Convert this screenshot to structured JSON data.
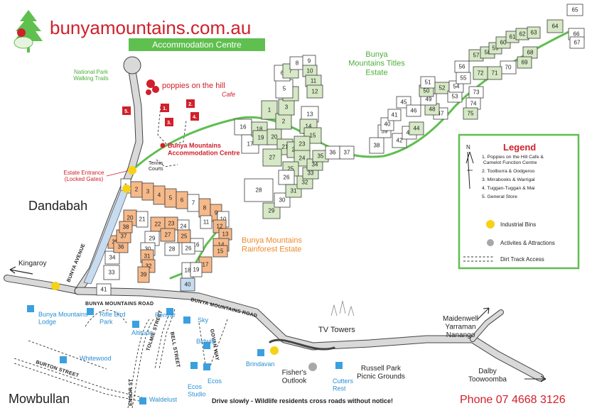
{
  "header": {
    "site_name": "bunyamountains.com.au",
    "subtitle": "Accommodation Centre"
  },
  "colors": {
    "brand_red": "#d0202b",
    "green": "#5fbf4f",
    "titles_lot": "#d6e8c5",
    "rainforest_lot": "#f6b98a",
    "blue_marker": "#3ba0df",
    "bin_yellow": "#f7d117",
    "activity_grey": "#a8a8a8"
  },
  "labels": {
    "national_park": "National Park\nWalking Trails",
    "cafe_name": "poppies on the hill",
    "cafe_sub": "Cafe",
    "accommodation_centre": "Bunya Mountains\nAccommodation Centre",
    "tennis": "Tennis\nCourts",
    "estate_entrance": "Estate Entrance\n(Locked Gates)",
    "titles_estate": "Bunya\nMountains Titles\nEstate",
    "rainforest_estate": "Bunya Mountains\nRainforest Estate",
    "dandabah": "Dandabah",
    "mowbullan": "Mowbullan",
    "kingaroy": "Kingaroy",
    "tv_towers": "TV Towers",
    "maidenwell": "Maidenwell\nYarraman\nNanango",
    "dalby": "Dalby\nToowoomba",
    "fishers": "Fisher's\nOutlook",
    "russell": "Russell Park\nPicnic Grounds",
    "phone": "Phone 07 4668 3126",
    "drive_slowly": "Drive slowly - Wildlife residents cross roads without notice!"
  },
  "roads": {
    "bunya_avenue": "BUNYA AVENUE",
    "bunya_mountains_road_1": "BUNYA MOUNTAINS ROAD",
    "bunya_mountains_road_2": "BUNYA MOUNTAINS ROAD",
    "tolmie": "TOLMIE STREET",
    "bell": "BELL STREET",
    "govan": "GOVAN WAY",
    "burton": "BURTON STREET",
    "ensor": "ENSOR ST"
  },
  "accommodation": [
    {
      "id": "bunya-lodge",
      "name": "Bunya Mountains\nLodge"
    },
    {
      "id": "rifle-bird",
      "name": "Rifle Bird\nPark"
    },
    {
      "id": "altitude",
      "name": "Altitude"
    },
    {
      "id": "renyar",
      "name": "Renyar"
    },
    {
      "id": "sky",
      "name": "Sky"
    },
    {
      "id": "whitewood",
      "name": "Whitewood"
    },
    {
      "id": "bidwilli",
      "name": "Bidwilli"
    },
    {
      "id": "ecos-studio",
      "name": "Ecos\nStudio"
    },
    {
      "id": "ecos",
      "name": "Ecos"
    },
    {
      "id": "brindavan",
      "name": "Brindavan"
    },
    {
      "id": "cutters-rest",
      "name": "Cutters\nRest"
    },
    {
      "id": "waldelust",
      "name": "Waldelust"
    }
  ],
  "cafe_markers": [
    "1.",
    "2.",
    "3.",
    "4.",
    "5."
  ],
  "legend": {
    "title": "Legend",
    "items": [
      "1.  Poppies on the Hill Cafe &\n     Camelot Function Centre",
      "2.  Toolburra & Oodgeroo",
      "3.  Mirrabooks & Warrigal",
      "4.  Tuggan-Tuggan & Mai",
      "5.  General Store"
    ],
    "symbols": {
      "bins": "Industrial Bins",
      "activities": "Activites & Attractions",
      "dirt": "Dirt Track Access"
    },
    "north": "N"
  },
  "titles_lots": [
    {
      "n": "1"
    },
    {
      "n": "2"
    },
    {
      "n": "3"
    },
    {
      "n": "4"
    },
    {
      "n": "5"
    },
    {
      "n": "6"
    },
    {
      "n": "7"
    },
    {
      "n": "8"
    },
    {
      "n": "9"
    },
    {
      "n": "10"
    },
    {
      "n": "11"
    },
    {
      "n": "12"
    },
    {
      "n": "13"
    },
    {
      "n": "14"
    },
    {
      "n": "15"
    },
    {
      "n": "16"
    },
    {
      "n": "17"
    },
    {
      "n": "18"
    },
    {
      "n": "19"
    },
    {
      "n": "20"
    },
    {
      "n": "21"
    },
    {
      "n": "22"
    },
    {
      "n": "23"
    },
    {
      "n": "24"
    },
    {
      "n": "25"
    },
    {
      "n": "26"
    },
    {
      "n": "27"
    },
    {
      "n": "28"
    },
    {
      "n": "29"
    },
    {
      "n": "30"
    },
    {
      "n": "31"
    },
    {
      "n": "32"
    },
    {
      "n": "33"
    },
    {
      "n": "34"
    },
    {
      "n": "35"
    },
    {
      "n": "36"
    },
    {
      "n": "37"
    },
    {
      "n": "38"
    },
    {
      "n": "39"
    },
    {
      "n": "40"
    },
    {
      "n": "41"
    },
    {
      "n": "42"
    },
    {
      "n": "43"
    },
    {
      "n": "44"
    },
    {
      "n": "45"
    },
    {
      "n": "46"
    },
    {
      "n": "47"
    },
    {
      "n": "48"
    },
    {
      "n": "49"
    },
    {
      "n": "50"
    },
    {
      "n": "51"
    },
    {
      "n": "52"
    },
    {
      "n": "53"
    },
    {
      "n": "54"
    },
    {
      "n": "55"
    },
    {
      "n": "56"
    },
    {
      "n": "57"
    },
    {
      "n": "58"
    },
    {
      "n": "59"
    },
    {
      "n": "60"
    },
    {
      "n": "61"
    },
    {
      "n": "62"
    },
    {
      "n": "63"
    },
    {
      "n": "64"
    },
    {
      "n": "65"
    },
    {
      "n": "66"
    },
    {
      "n": "67"
    },
    {
      "n": "68"
    },
    {
      "n": "69"
    },
    {
      "n": "70"
    },
    {
      "n": "71"
    },
    {
      "n": "72"
    },
    {
      "n": "73"
    },
    {
      "n": "74"
    },
    {
      "n": "75"
    }
  ],
  "rainforest_lots": [
    {
      "n": "1"
    },
    {
      "n": "2"
    },
    {
      "n": "3"
    },
    {
      "n": "4"
    },
    {
      "n": "5"
    },
    {
      "n": "6"
    },
    {
      "n": "7"
    },
    {
      "n": "8"
    },
    {
      "n": "9"
    },
    {
      "n": "10"
    },
    {
      "n": "11"
    },
    {
      "n": "12"
    },
    {
      "n": "13"
    },
    {
      "n": "14"
    },
    {
      "n": "15"
    },
    {
      "n": "16"
    },
    {
      "n": "17"
    },
    {
      "n": "18"
    },
    {
      "n": "19"
    },
    {
      "n": "20"
    },
    {
      "n": "21"
    },
    {
      "n": "22"
    },
    {
      "n": "23"
    },
    {
      "n": "24"
    },
    {
      "n": "25"
    },
    {
      "n": "26"
    },
    {
      "n": "27"
    },
    {
      "n": "28"
    },
    {
      "n": "29"
    },
    {
      "n": "30"
    },
    {
      "n": "31"
    },
    {
      "n": "32"
    },
    {
      "n": "33"
    },
    {
      "n": "34"
    },
    {
      "n": "35"
    },
    {
      "n": "36"
    },
    {
      "n": "37"
    },
    {
      "n": "38"
    },
    {
      "n": "39"
    },
    {
      "n": "40"
    },
    {
      "n": "41"
    }
  ]
}
